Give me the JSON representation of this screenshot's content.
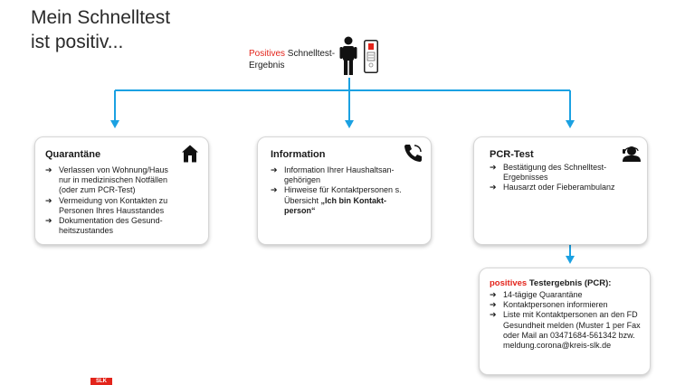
{
  "title": {
    "line1": "Mein Schnelltest",
    "line2": "ist positiv..."
  },
  "result": {
    "highlight": "Positives",
    "rest": "Schnelltest-",
    "line2": "Ergebnis"
  },
  "colors": {
    "accent": "#1ba1e2",
    "red": "#e3241b",
    "text": "#1a1a1a"
  },
  "boxes": [
    {
      "title": "Quarantäne",
      "icon": "house-icon",
      "items": [
        "Verlassen von Wohnung/Haus nur in medizinischen Notfällen (oder zum PCR-Test)",
        "Vermeidung von Kontakten zu Personen Ihres Hausstandes",
        "Dokumentation des Gesund-heitszustandes"
      ]
    },
    {
      "title": "Information",
      "icon": "phone-icon",
      "items": [
        "Information Ihrer Haushaltsan-gehörigen",
        "Hinweise für Kontaktpersonen s. Übersicht"
      ],
      "item2_bold": "„Ich bin Kontakt-person“"
    },
    {
      "title": "PCR-Test",
      "icon": "doctor-icon",
      "items": [
        "Bestätigung des Schnelltest-Ergebnisses",
        "Hausarzt oder Fieberambulanz"
      ]
    }
  ],
  "pcr_result": {
    "highlight": "positives",
    "title_rest": "Testergebnis (PCR):",
    "items": [
      "14-tägige Quarantäne",
      "Kontaktpersonen informieren",
      "Liste mit Kontaktpersonen an den FD Gesundheit melden (Muster 1 per Fax oder Mail an 03471684-561342 bzw."
    ],
    "email": "meldung.corona@kreis-slk.de"
  },
  "arrow_glyph": "➔",
  "logo_text": "SLK"
}
